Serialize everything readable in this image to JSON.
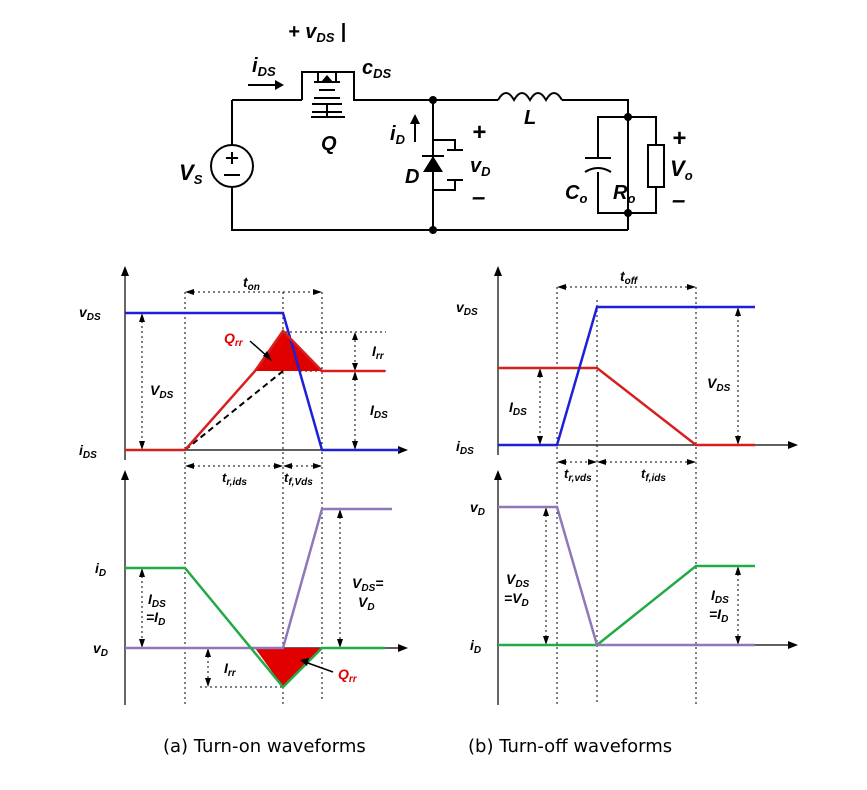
{
  "circuit": {
    "vds_top": "+ v",
    "vds_top_sub": "DS",
    "vds_top_bar": "|",
    "ids": "i",
    "ids_sub": "DS",
    "cds": "c",
    "cds_sub": "DS",
    "q": "Q",
    "vs": "V",
    "vs_sub": "S",
    "id": "i",
    "id_sub": "D",
    "d": "D",
    "vd_plus": "+",
    "vd": "v",
    "vd_sub": "D",
    "vd_minus": "–",
    "l": "L",
    "co": "C",
    "co_sub": "o",
    "ro": "R",
    "ro_sub": "o",
    "vo_plus": "+",
    "vo": "V",
    "vo_sub": "o",
    "vo_minus": "–"
  },
  "turn_on": {
    "t_on": "t",
    "t_on_sub": "on",
    "vds_axis": "v",
    "vds_axis_sub": "DS",
    "ids_axis": "i",
    "ids_axis_sub": "DS",
    "qrr": "Q",
    "qrr_sub": "rr",
    "irr": "I",
    "irr_sub": "rr",
    "VDS": "V",
    "VDS_sub": "DS",
    "IDS": "I",
    "IDS_sub": "DS",
    "tr_ids": "t",
    "tr_ids_sub": "r,ids",
    "tf_vds": "t",
    "tf_vds_sub": "f,Vds",
    "id_axis": "i",
    "id_axis_sub": "D",
    "vd_axis": "v",
    "vd_axis_sub": "D",
    "ids_eq_1": "I",
    "ids_eq_1_sub": "DS",
    "ids_eq_2": "=I",
    "ids_eq_2_sub": "D",
    "vds_eq_1": "V",
    "vds_eq_1_sub": "DS",
    "vds_eq_1_tail": "=",
    "vds_eq_2": "V",
    "vds_eq_2_sub": "D",
    "irr2": "I",
    "irr2_sub": "rr",
    "qrr2": "Q",
    "qrr2_sub": "rr"
  },
  "turn_off": {
    "t_off": "t",
    "t_off_sub": "off",
    "vds_axis": "v",
    "vds_axis_sub": "DS",
    "ids_axis": "i",
    "ids_axis_sub": "DS",
    "IDS": "I",
    "IDS_sub": "DS",
    "VDS": "V",
    "VDS_sub": "DS",
    "tr_vds": "t",
    "tr_vds_sub": "r,vds",
    "tf_ids": "t",
    "tf_ids_sub": "f,ids",
    "vd_axis": "v",
    "vd_axis_sub": "D",
    "id_axis": "i",
    "id_axis_sub": "D",
    "vds_eq_1": "V",
    "vds_eq_1_sub": "DS",
    "vds_eq_2": "=V",
    "vds_eq_2_sub": "D",
    "ids_eq_1": "I",
    "ids_eq_1_sub": "DS",
    "ids_eq_2": "=I",
    "ids_eq_2_sub": "D"
  },
  "captions": {
    "a": "(a) Turn-on waveforms",
    "b": "(b) Turn-off waveforms"
  },
  "colors": {
    "vds": "#1f1fd6",
    "ids": "#d62020",
    "id": "#22aa44",
    "vd": "#9077b8",
    "qrr": "#e00000"
  }
}
